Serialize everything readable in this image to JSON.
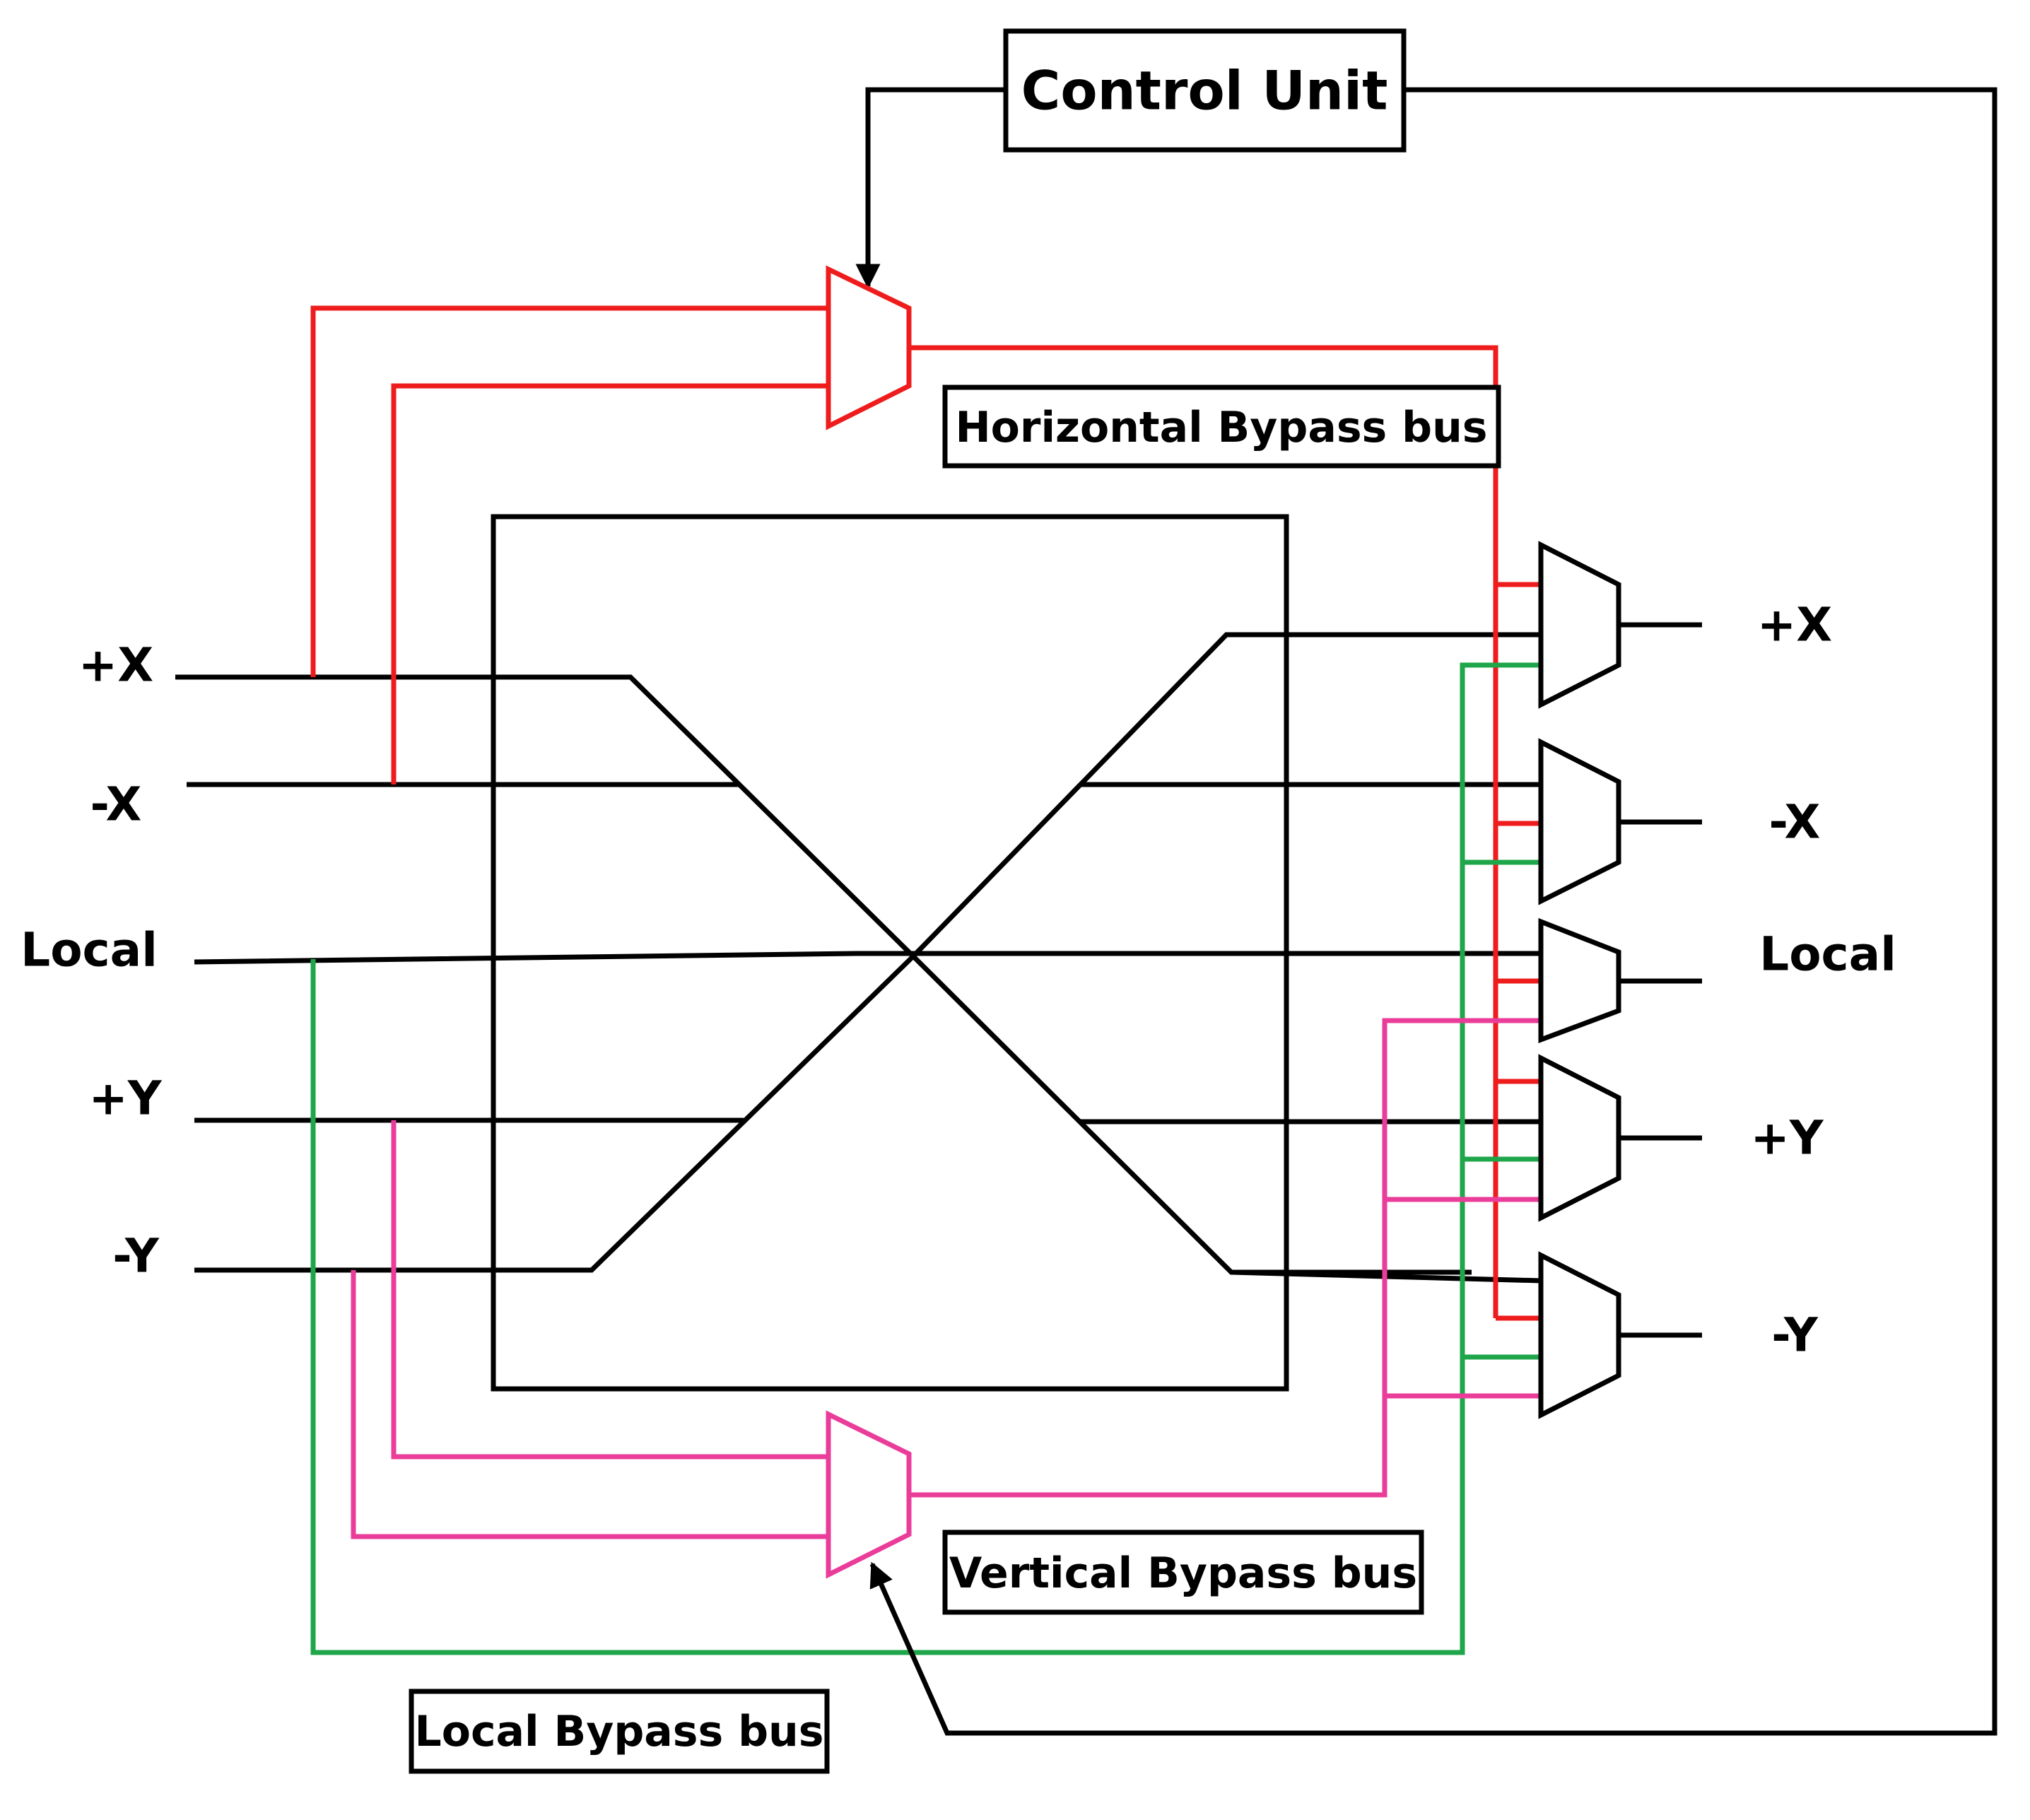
{
  "control_unit": {
    "label": "Control Unit"
  },
  "buses": {
    "horizontal": {
      "label": "Horizontal Bypass bus",
      "color": "#ee1c1c"
    },
    "vertical": {
      "label": "Vertical Bypass bus",
      "color": "#ea3d9a"
    },
    "local": {
      "label": "Local Bypass bus",
      "color": "#1fa64a"
    }
  },
  "inputs": [
    "+X",
    "-X",
    "Local",
    "+Y",
    "-Y"
  ],
  "outputs": [
    "+X",
    "-X",
    "Local",
    "+Y",
    "-Y"
  ],
  "colors": {
    "wire": "#000000",
    "background": "#ffffff"
  }
}
